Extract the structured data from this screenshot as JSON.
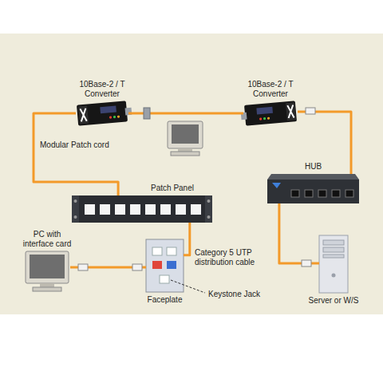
{
  "diagram": {
    "nodes": [
      {
        "text": [
          "10Base-2 / T Converter"
        ]
      },
      {
        "text": [
          "10Base-2 / T Converter"
        ]
      },
      {
        "text": [
          "HUB"
        ]
      },
      {
        "text": [
          "Patch Panel"
        ]
      },
      {
        "text": [
          "PC with interface card"
        ]
      },
      {
        "text": [
          "Faceplate"
        ]
      },
      {
        "text": [
          "Server or W/S"
        ]
      }
    ],
    "edges": [
      {
        "from": 0,
        "to": 1,
        "arrow": "none"
      },
      {
        "from": 1,
        "to": 2,
        "arrow": "none"
      },
      {
        "from": 2,
        "to": 6,
        "arrow": "none"
      },
      {
        "from": 0,
        "to": 3,
        "label": "Modular Patch cord",
        "arrow": "none"
      },
      {
        "from": 3,
        "to": 5,
        "label": "Category 5 UTP distribution cable",
        "arrow": "none"
      },
      {
        "from": 4,
        "to": 5,
        "arrow": "none"
      }
    ],
    "labels": [
      "Keystone Jack"
    ]
  }
}
